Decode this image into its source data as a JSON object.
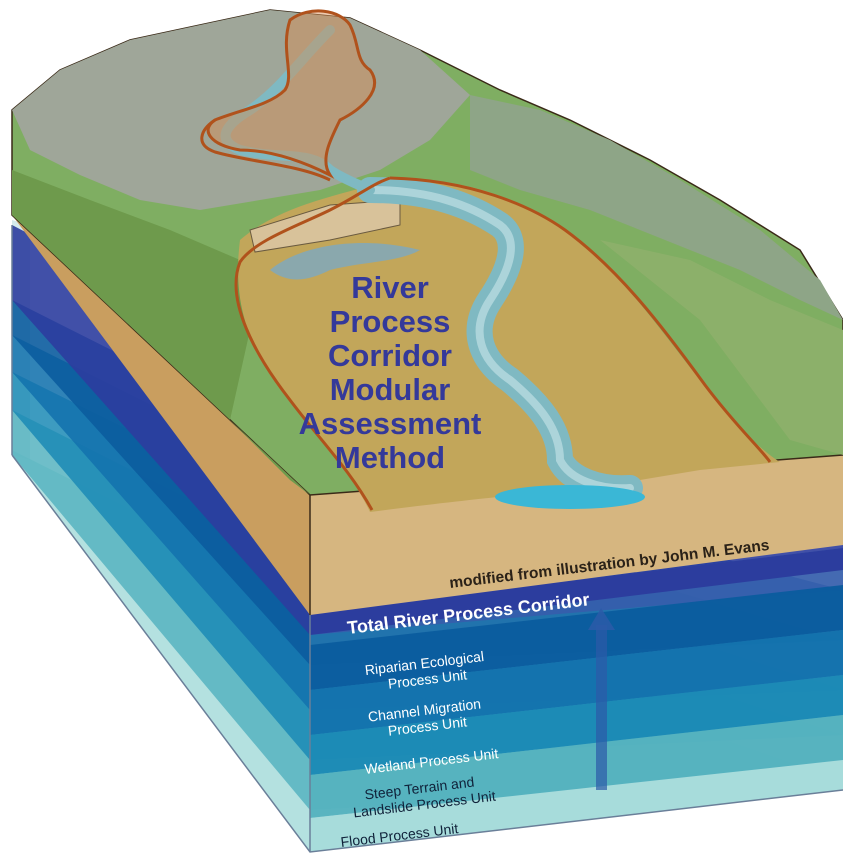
{
  "title_lines": [
    "River",
    "Process",
    "Corridor",
    "Modular",
    "Assessment",
    "Method"
  ],
  "credit": "modified from illustration by John M. Evans",
  "corridor_label": "Total River Process Corridor",
  "layers": [
    {
      "lines": [
        "Riparian Ecological",
        "Process Unit"
      ],
      "color": "#0b5c9e"
    },
    {
      "lines": [
        "Channel Migration",
        "Process Unit"
      ],
      "color": "#1372ad"
    },
    {
      "lines": [
        "Wetland Process Unit"
      ],
      "color": "#1b8ab5"
    },
    {
      "lines": [
        "Steep Terrain and",
        "Landslide Process Unit"
      ],
      "color": "#56b3bf"
    },
    {
      "lines": [
        "Flood Process Unit"
      ],
      "color": "#a7dcdb"
    }
  ],
  "colors": {
    "terrain_green": "#7fae62",
    "mountain_gray": "#9fa699",
    "valley_tan": "#c2a65a",
    "river_blue": "#7fb9c2",
    "block_side": "#d6b680",
    "outline_brown": "#b0521c",
    "corridor_blue": "#2c3d9e"
  }
}
